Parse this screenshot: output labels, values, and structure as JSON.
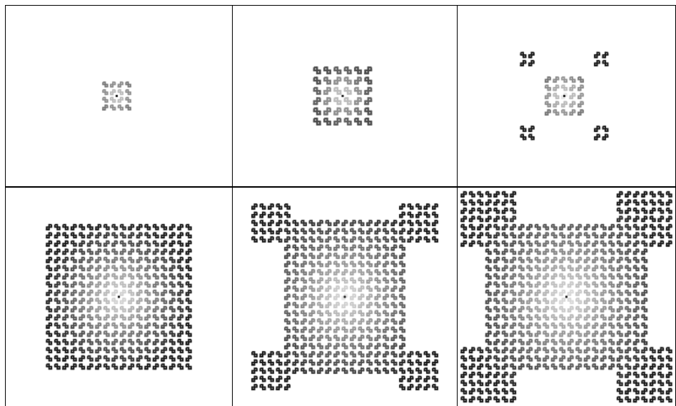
{
  "figure": {
    "type": "fractal-growth-sequence",
    "grid": {
      "rows": 2,
      "cols": 3
    },
    "background_color": "#ffffff",
    "border_color": "#000000",
    "ink_dark": "#151515",
    "ink_light": "#e6e6e6",
    "panels": [
      {
        "id": "panel-1",
        "row": 0,
        "col": 0,
        "stage": 1,
        "extent_fraction": 0.17,
        "lighten": 0.45
      },
      {
        "id": "panel-2",
        "row": 0,
        "col": 1,
        "stage": 2,
        "extent_fraction": 0.34,
        "lighten": 0.25
      },
      {
        "id": "panel-3",
        "row": 0,
        "col": 2,
        "stage": 3,
        "extent_fraction": 0.52,
        "lighten": 0.0
      },
      {
        "id": "panel-4",
        "row": 1,
        "col": 0,
        "stage": 4,
        "extent_fraction": 0.68,
        "lighten": 0.0
      },
      {
        "id": "panel-5",
        "row": 1,
        "col": 1,
        "stage": 5,
        "extent_fraction": 0.86,
        "lighten": 0.0
      },
      {
        "id": "panel-6",
        "row": 1,
        "col": 2,
        "stage": 6,
        "extent_fraction": 0.98,
        "lighten": 0.0
      }
    ]
  }
}
